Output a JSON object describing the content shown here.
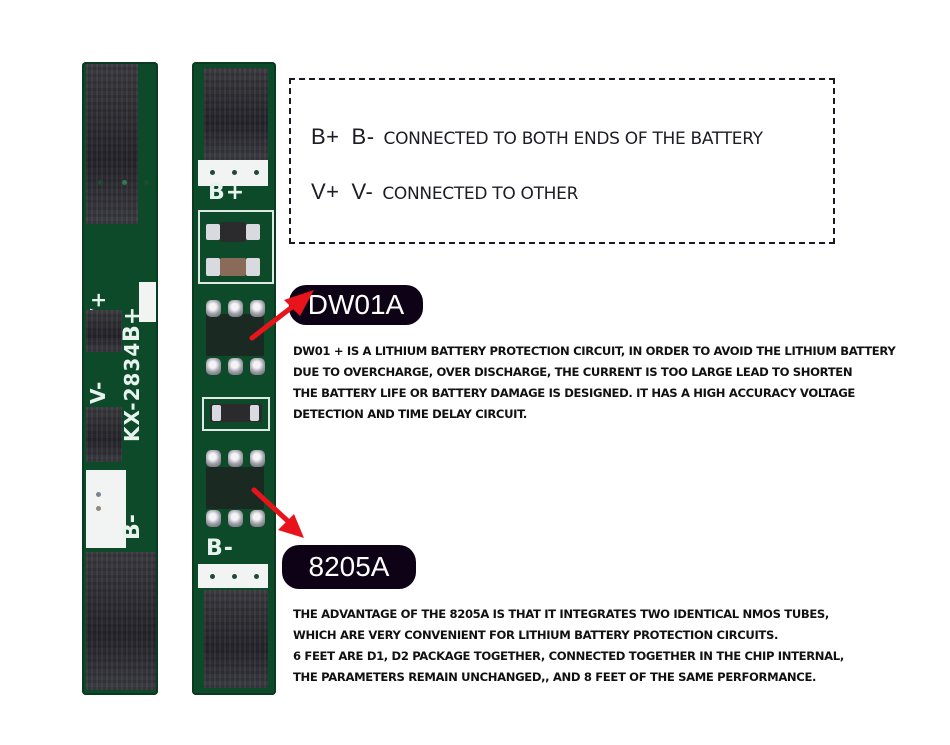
{
  "left_board": {
    "silkscreen": {
      "v_plus": "V+",
      "b_plus": "B+",
      "v_minus": "V-",
      "part_code": "KX-2834",
      "b_minus": "B-"
    }
  },
  "right_board": {
    "silkscreen": {
      "b_plus": "B+",
      "b_minus": "B-"
    }
  },
  "pin_info": {
    "lines": [
      {
        "pins": [
          "B+",
          "B-"
        ],
        "description": "CONNECTED TO BOTH ENDS OF THE BATTERY"
      },
      {
        "pins": [
          "V+",
          "V-"
        ],
        "description": "CONNECTED TO OTHER"
      }
    ]
  },
  "chips": [
    {
      "name": "DW01A",
      "description_lines": [
        "DW01 + IS A LITHIUM BATTERY PROTECTION CIRCUIT, IN ORDER TO AVOID THE LITHIUM BATTERY",
        "DUE TO OVERCHARGE, OVER DISCHARGE, THE CURRENT IS TOO LARGE LEAD TO SHORTEN",
        "THE BATTERY LIFE OR BATTERY DAMAGE IS DESIGNED. IT HAS A HIGH ACCURACY VOLTAGE",
        "DETECTION AND TIME DELAY CIRCUIT."
      ]
    },
    {
      "name": "8205A",
      "description_lines": [
        "THE ADVANTAGE OF THE 8205A IS THAT IT INTEGRATES TWO IDENTICAL NMOS TUBES,",
        "WHICH ARE VERY CONVENIENT FOR LITHIUM BATTERY PROTECTION CIRCUITS.",
        "6 FEET ARE D1, D2 PACKAGE TOGETHER, CONNECTED TOGETHER IN THE CHIP INTERNAL,",
        "THE PARAMETERS REMAIN UNCHANGED,, AND 8 FEET OF THE SAME PERFORMANCE."
      ]
    }
  ],
  "colors": {
    "pcb_green": "#0d4a2a",
    "pill_bg": "#0e0216",
    "arrow_red": "#e8141c"
  }
}
